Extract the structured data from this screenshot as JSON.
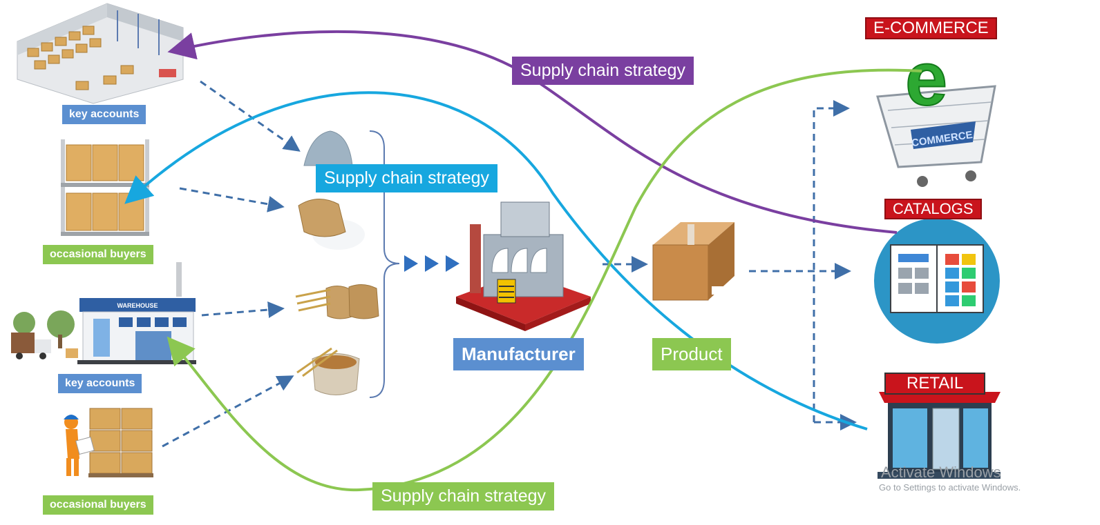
{
  "left_labels": {
    "key_accounts_top": "key accounts",
    "occasional_buyers_top": "occasional buyers",
    "key_accounts_bottom": "key accounts",
    "occasional_buyers_bottom": "occasional buyers"
  },
  "warehouse_sign": "WAREHOUSE",
  "strategy_labels": {
    "purple": "Supply chain strategy",
    "cyan": "Supply chain strategy",
    "green": "Supply chain strategy"
  },
  "center": {
    "manufacturer": "Manufacturer",
    "product": "Product"
  },
  "channels": {
    "ecommerce": "E-COMMERCE",
    "ecommerce_cart_text": "COMMERCE",
    "catalogs": "CATALOGS",
    "retail": "RETAIL"
  },
  "watermark": {
    "line1": "Activate Windows",
    "line2": "Go to Settings to activate Windows."
  },
  "colors": {
    "purple": "#7a3fa0",
    "cyan": "#17a7df",
    "green": "#8cc751",
    "dashed": "#3f6fa8",
    "label_blue": "#5b8fd0",
    "label_red": "#c9141c"
  }
}
